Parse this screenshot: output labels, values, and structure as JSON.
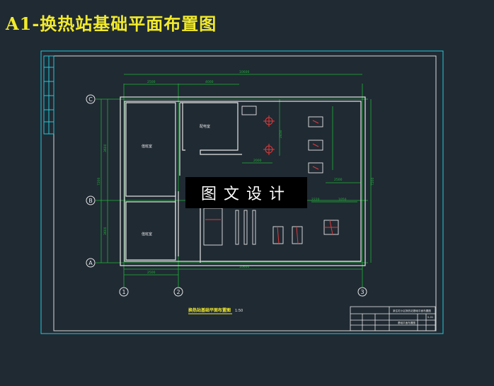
{
  "page_title": "A1-换热站基础平面布置图",
  "drawing_title": "换热站基础平面布置图",
  "drawing_scale": "1:50",
  "watermark": "图文设计",
  "axis_rows": [
    "C",
    "B",
    "A"
  ],
  "axis_cols": [
    "1",
    "2",
    "3"
  ],
  "dimensions": {
    "top_total": "10600",
    "top_seg_1": "2500",
    "top_seg_2": "4000",
    "bottom_total": "10600",
    "bottom_seg_1": "2500",
    "left_total": "7200",
    "left_seg_1": "3600",
    "left_seg_2": "3600",
    "right_total": "7200",
    "mid_1": "2220",
    "mid_2": "1050",
    "mid_3": "2500",
    "mid_4": "2000",
    "mid_5": "2450"
  },
  "rooms": {
    "room_upper_left": "值班室",
    "room_upper_mid": "配电室",
    "room_lower_left": "值班室"
  },
  "title_block": {
    "project": "某住宅小区换热站基础平面布置图",
    "drawing_no": "S-01",
    "sheet_label": "基础平面布置图"
  }
}
